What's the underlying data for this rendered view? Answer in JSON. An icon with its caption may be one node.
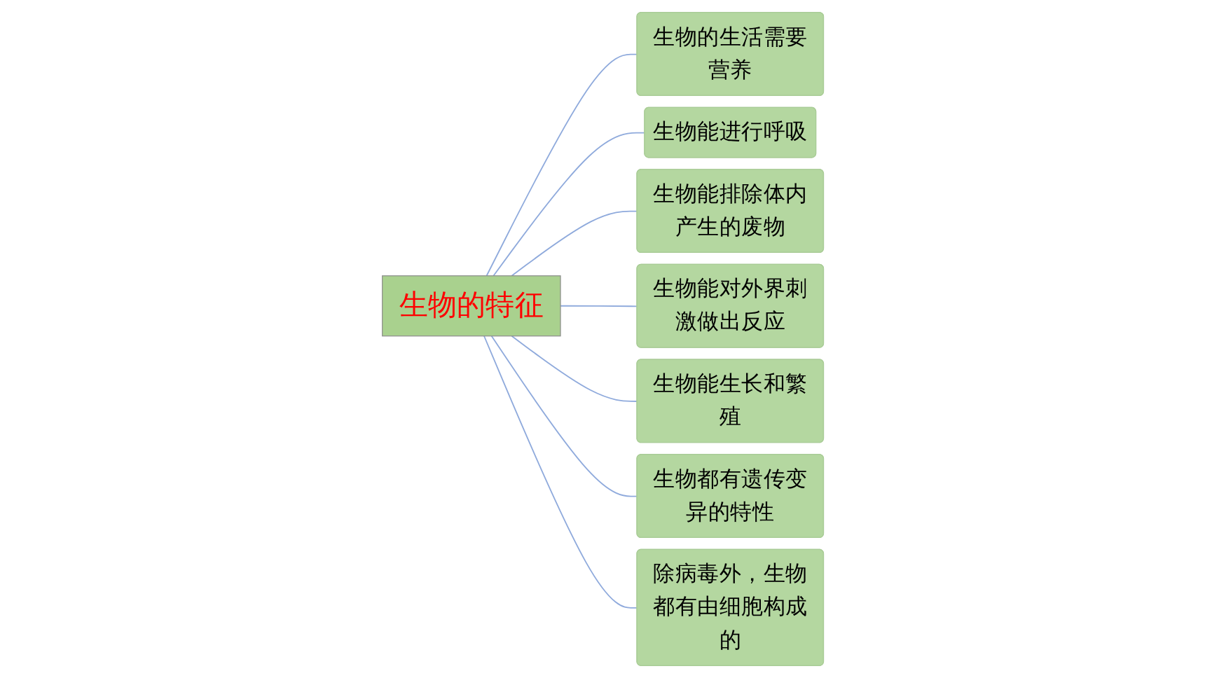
{
  "diagram": {
    "nodes": [
      {
        "text": [
          "生物的特征"
        ]
      },
      {
        "text": [
          "生物的生活需要营养"
        ]
      },
      {
        "text": [
          "生物能进行呼吸"
        ]
      },
      {
        "text": [
          "生物能排除体内产生的废物"
        ]
      },
      {
        "text": [
          "生物能对外界刺激做出反应"
        ]
      },
      {
        "text": [
          "生物能生长和繁殖"
        ]
      },
      {
        "text": [
          "生物都有遗传变异的特性"
        ]
      },
      {
        "text": [
          "除病毒外，生物都有由细胞构成的"
        ]
      }
    ],
    "edges": [
      {
        "from": 0,
        "to": 1,
        "arrow": "none"
      },
      {
        "from": 0,
        "to": 2,
        "arrow": "none"
      },
      {
        "from": 0,
        "to": 3,
        "arrow": "none"
      },
      {
        "from": 0,
        "to": 4,
        "arrow": "none"
      },
      {
        "from": 0,
        "to": 5,
        "arrow": "none"
      },
      {
        "from": 0,
        "to": 6,
        "arrow": "none"
      },
      {
        "from": 0,
        "to": 7,
        "arrow": "none"
      }
    ]
  }
}
